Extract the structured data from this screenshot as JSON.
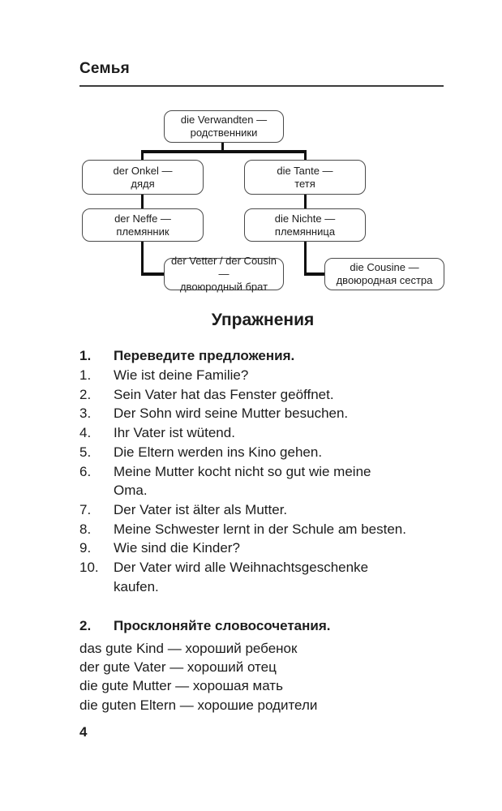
{
  "page": {
    "section_title": "Семья",
    "page_number": "4"
  },
  "diagram": {
    "nodes": {
      "verwandten": {
        "line1": "die Verwandten —",
        "line2": "родственники"
      },
      "onkel": {
        "line1": "der Onkel —",
        "line2": "дядя"
      },
      "tante": {
        "line1": "die Tante —",
        "line2": "тетя"
      },
      "neffe": {
        "line1": "der Neffe —",
        "line2": "племянник"
      },
      "nichte": {
        "line1": "die Nichte —",
        "line2": "племянница"
      },
      "vetter": {
        "line1": "der Vetter / der Cousin —",
        "line2": "двоюродный брат"
      },
      "cousine": {
        "line1": "die Cousine —",
        "line2": "двоюродная сестра"
      }
    }
  },
  "exercises": {
    "heading": "Упражнения",
    "exercise1": {
      "number": "1.",
      "title": "Переведите предложения.",
      "items": [
        {
          "n": "1.",
          "text": "Wie ist deine Familie?"
        },
        {
          "n": "2.",
          "text": "Sein Vater hat das Fenster geöffnet."
        },
        {
          "n": "3.",
          "text": "Der Sohn wird seine Mutter besuchen."
        },
        {
          "n": "4.",
          "text": "Ihr Vater ist wütend."
        },
        {
          "n": "5.",
          "text": "Die Eltern werden ins Kino gehen."
        },
        {
          "n": "6.",
          "text": "Meine Mutter kocht nicht so gut wie meine\nOma."
        },
        {
          "n": "7.",
          "text": "Der Vater ist älter als Mutter."
        },
        {
          "n": "8.",
          "text": "Meine Schwester lernt in der Schule am besten."
        },
        {
          "n": "9.",
          "text": "Wie sind die Kinder?"
        },
        {
          "n": "10.",
          "text": "Der Vater wird alle Weihnachtsgeschenke\nkaufen."
        }
      ]
    },
    "exercise2": {
      "number": "2.",
      "title": "Просклоняйте словосочетания.",
      "lines": [
        "das gute Kind — хороший ребенок",
        "der gute Vater — хороший отец",
        "die gute Mutter — хорошая мать",
        "die guten Eltern — хорошие родители"
      ]
    }
  },
  "colors": {
    "text": "#1c1c1c",
    "box_border": "#4a4a4a",
    "connector": "#101010",
    "background": "#ffffff"
  }
}
